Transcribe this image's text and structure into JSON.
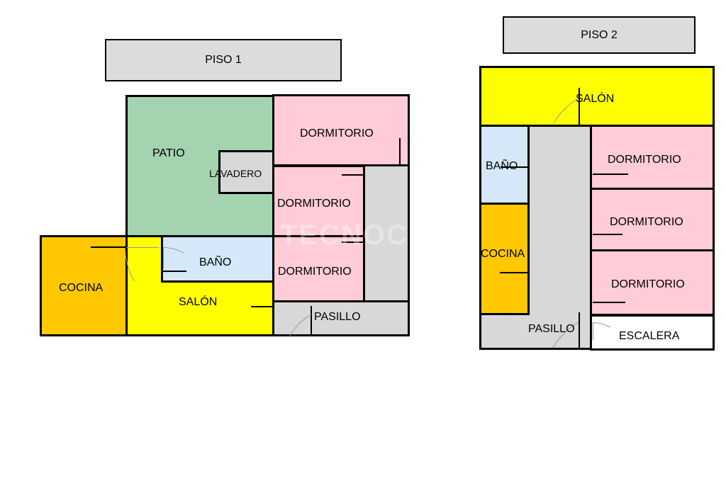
{
  "colors": {
    "patio": "#a4d3b0",
    "dormitorio": "#ffccd8",
    "pasillo": "#d8d8d8",
    "cocina": "#ffc800",
    "salon": "#ffff00",
    "bano": "#d4e8fa",
    "escalera": "#ffffff"
  },
  "piso1": {
    "title": "PISO 1",
    "rooms": {
      "patio": "PATIO",
      "lavadero": "LAVADERO",
      "dormitorio1": "DORMITORIO",
      "dormitorio2": "DORMITORIO",
      "dormitorio3": "DORMITORIO",
      "cocina": "COCINA",
      "bano": "BAÑO",
      "salon": "SALÓN",
      "pasillo": "PASILLO"
    }
  },
  "piso2": {
    "title": "PISO 2",
    "rooms": {
      "salon": "SALÓN",
      "bano": "BAÑO",
      "cocina": "COCINA",
      "dormitorio1": "DORMITORIO",
      "dormitorio2": "DORMITORIO",
      "dormitorio3": "DORMITORIO",
      "pasillo": "PASILLO",
      "escalera": "ESCALERA"
    }
  }
}
